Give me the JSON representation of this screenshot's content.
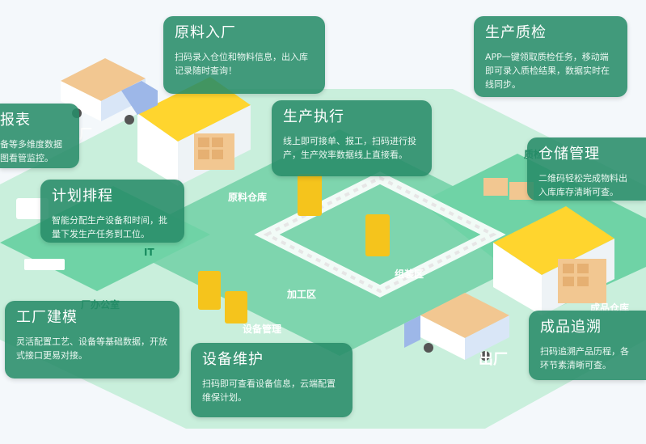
{
  "colors": {
    "background": "#f4f8fb",
    "floor_green": "#3fbf88",
    "floor_light": "#c9efdc",
    "card_green": "#2a8c69",
    "roof_yellow": "#ffd52e",
    "truck_blue": "#9db7e8",
    "box_tan": "#f2c791"
  },
  "cards": {
    "raw": {
      "title": "原料入厂",
      "desc": "扫码录入仓位和物料信息，出入库记录随时查询！"
    },
    "quality": {
      "title": "生产质检",
      "desc": "APP一键领取质检任务，移动端即可录入质检结果，数据实时在线同步。"
    },
    "report": {
      "title": "报表",
      "desc": "备等多维度数据图看管监控。"
    },
    "exec": {
      "title": "生产执行",
      "desc": "线上即可接单、报工，扫码进行投产，生产效率数据线上直接看。"
    },
    "warehouse": {
      "title": "仓储管理",
      "desc": "二维码轻松完成物料出入库库存清晰可查。"
    },
    "plan": {
      "title": "计划排程",
      "desc": "智能分配生产设备和时间，批量下发生产任务到工位。"
    },
    "model": {
      "title": "工厂建模",
      "desc": "灵活配置工艺、设备等基础数据，开放式接口更易对接。"
    },
    "equip": {
      "title": "设备维护",
      "desc": "扫码即可查看设备信息，云端配置维保计划。"
    },
    "trace": {
      "title": "成品追溯",
      "desc": "扫码追溯产品历程，各环节素清晰可查。"
    }
  },
  "zones": {
    "entrance": "入厂",
    "raw_warehouse": "原料仓库",
    "processing": "加工区",
    "assembly": "组装区",
    "equipment_mgmt": "设备管理",
    "office": "厂办公室",
    "it": "IT",
    "finished_warehouse": "成品仓库",
    "quality_area": "质检",
    "exit": "出厂"
  }
}
